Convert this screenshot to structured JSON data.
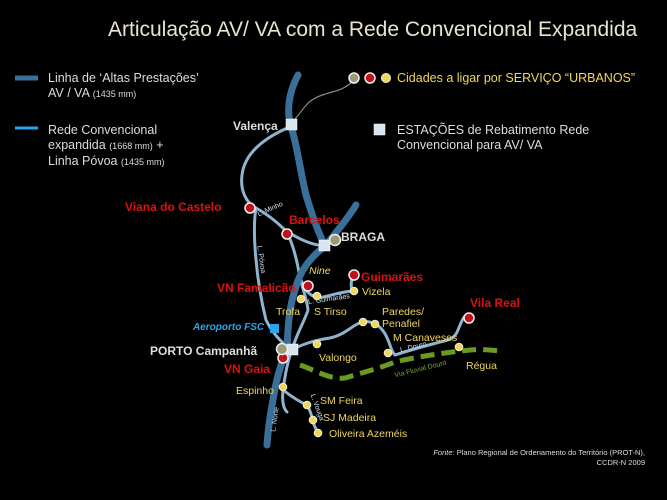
{
  "title": "Articulação AV/ VA com a Rede Convencional Expandida",
  "legend": {
    "hs_line": "Linha de ‘Altas Prestações’",
    "hs_line2": "AV / VA",
    "hs_gauge": "(1435 mm)",
    "conv_line1": "Rede Convencional",
    "conv_line2": "expandida",
    "conv_gauge": "(1668 mm)",
    "conv_plus": "+",
    "conv_line3": "Linha Póvoa",
    "conv_gauge2": "(1435 mm)",
    "cities": "Cidades a ligar por SERVIÇO “URBANOS”",
    "stations1": "ESTAÇÕES de Rebatimento Rede",
    "stations2": "Convencional para AV/ VA"
  },
  "places": {
    "valenca": "Valença",
    "viana": "Viana do Castelo",
    "barcelos": "Barcelos",
    "braga": "BRAGA",
    "nine": "Nine",
    "guimaraes": "Guimarães",
    "famalicao": "VN Famalicão",
    "vizela": "Vizela",
    "trofa": "Trofa",
    "stirso": "S Tirso",
    "aeroporto": "Aeroporto FSC",
    "porto": "PORTO Campanhã",
    "vngaia": "VN Gaia",
    "valongo": "Valongo",
    "paredes": "Paredes/",
    "penafiel": "Penafiel",
    "mcanaveses": "M Canaveses",
    "vilareal": "Vila Real",
    "regua": "Régua",
    "espinho": "Espinho",
    "smfeira": "SM Feira",
    "sjmadeira": "SJ Madeira",
    "oliveira": "Oliveira Azeméis"
  },
  "lines": {
    "minho": "L. Minho",
    "povoa": "L. Póvoa",
    "guimaraes": "L. Guimarães",
    "douro": "L. Douro",
    "fluvial": "Via Fluvial Douro",
    "vouga": "L. Vouga",
    "norte": "L. Norte"
  },
  "source": {
    "label": "Fonte:",
    "text": "Plano Regional de Ordenamento do Território (PROT-N),",
    "text2": "CCDR-N  2009"
  },
  "colors": {
    "hs": "#3a6f9a",
    "conv": "#8fb4cf",
    "fluvial": "#6a9a1f",
    "red": "#d11",
    "yellow": "#f0d75a",
    "grey": "#9a9a7a",
    "station": "#d8e6f0"
  }
}
